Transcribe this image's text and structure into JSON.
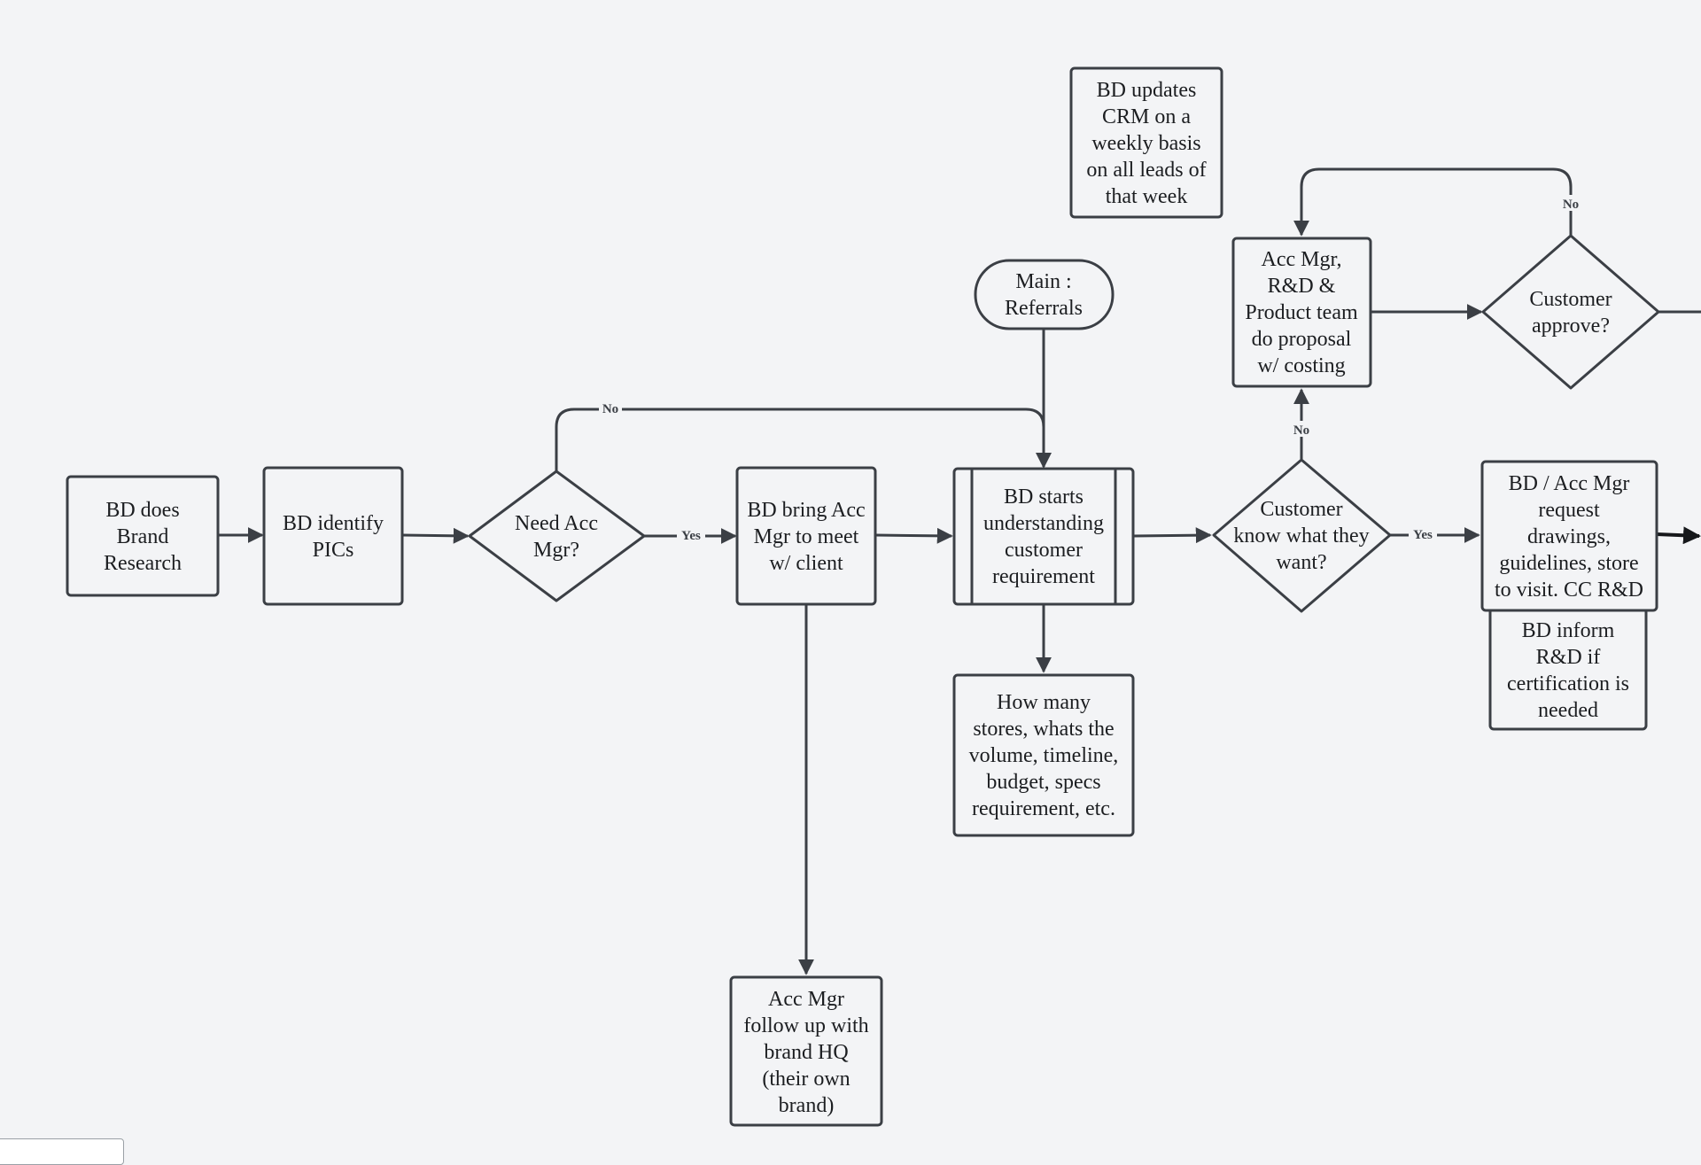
{
  "colors": {
    "background": "#f3f4f6",
    "stroke": "#3b3f45",
    "text": "#1c1e21"
  },
  "nodes": {
    "brand_research": [
      "BD does",
      "Brand",
      "Research"
    ],
    "identify_pics": [
      "BD identify",
      "PICs"
    ],
    "need_acc_mgr": [
      "Need Acc",
      "Mgr?"
    ],
    "bring_acc_mgr": [
      "BD bring Acc",
      "Mgr to meet",
      "w/ client"
    ],
    "starts_understanding": [
      "BD starts",
      "understanding",
      "customer",
      "requirement"
    ],
    "main_referrals": [
      "Main :",
      "Referrals"
    ],
    "crm_update": [
      "BD updates",
      "CRM on a",
      "weekly basis",
      "on all leads of",
      "that week"
    ],
    "how_many_stores": [
      "How many",
      "stores, whats the",
      "volume, timeline,",
      "budget, specs",
      "requirement, etc."
    ],
    "acc_follow_up": [
      "Acc Mgr",
      "follow up with",
      "brand HQ",
      "(their own",
      "brand)"
    ],
    "customer_know": [
      "Customer",
      "know what they",
      "want?"
    ],
    "proposal": [
      "Acc Mgr,",
      "R&D &",
      "Product team",
      "do proposal",
      "w/ costing"
    ],
    "customer_approve": [
      "Customer",
      "approve?"
    ],
    "request_drawings": [
      "BD / Acc Mgr",
      "request",
      "drawings,",
      "guidelines, store",
      "to visit. CC R&D"
    ],
    "inform_rd": [
      "BD inform",
      "R&D if",
      "certification is",
      "needed"
    ]
  },
  "edge_labels": {
    "need_no": "No",
    "need_yes": "Yes",
    "know_no": "No",
    "know_yes": "Yes",
    "approve_no": "No"
  }
}
